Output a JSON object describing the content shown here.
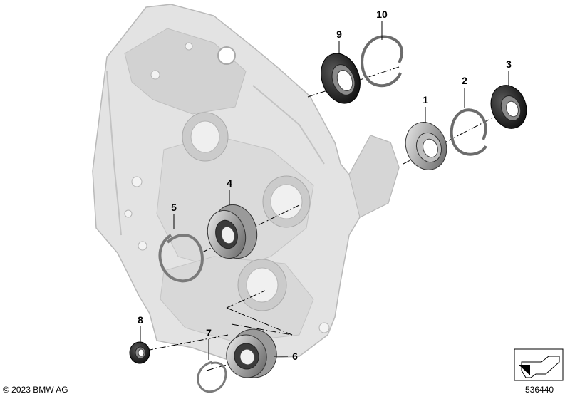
{
  "copyright": "© 2023 BMW AG",
  "diagram_id": "536440",
  "parts": [
    {
      "number": "1",
      "name": "ball-bearing"
    },
    {
      "number": "2",
      "name": "snap-ring"
    },
    {
      "number": "3",
      "name": "shaft-seal"
    },
    {
      "number": "4",
      "name": "roller-bearing"
    },
    {
      "number": "5",
      "name": "snap-ring"
    },
    {
      "number": "6",
      "name": "ball-bearing"
    },
    {
      "number": "7",
      "name": "snap-ring"
    },
    {
      "number": "8",
      "name": "shaft-seal"
    },
    {
      "number": "9",
      "name": "shaft-seal"
    },
    {
      "number": "10",
      "name": "snap-ring"
    }
  ],
  "colors": {
    "housing": "#e3e3e3",
    "housing_shade": "#cfcfcf",
    "housing_edge": "#b9b9b9",
    "part_dark": "#1a1a1a",
    "part_metal": "#8c8c8c",
    "part_light": "#d9d9d9",
    "leader": "#000000"
  },
  "icons": [
    "housing-illustration",
    "navigation-arrow-icon"
  ]
}
